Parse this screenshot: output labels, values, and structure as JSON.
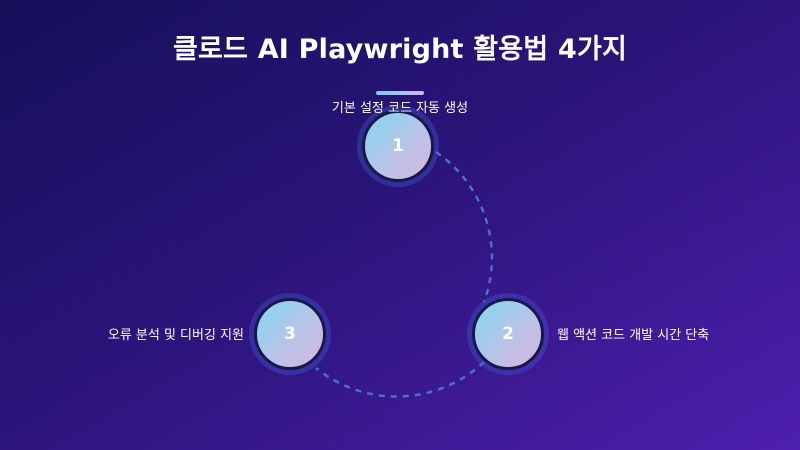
{
  "title": "클로드 AI Playwright 활용법 4가지",
  "colors": {
    "background_start": "#15105a",
    "background_end": "#4e1fae",
    "node_fill_start": "#7fd8f0",
    "node_fill_end": "#d8b6dc",
    "connector": "#4a6fd0",
    "accent_bar": "#7fc8ee"
  },
  "steps": [
    {
      "number": "1",
      "label": "기본 설정 코드 자동 생성"
    },
    {
      "number": "2",
      "label": "웹 액션 코드 개발 시간 단축"
    },
    {
      "number": "3",
      "label": "오류 분석 및 디버깅 지원"
    }
  ]
}
